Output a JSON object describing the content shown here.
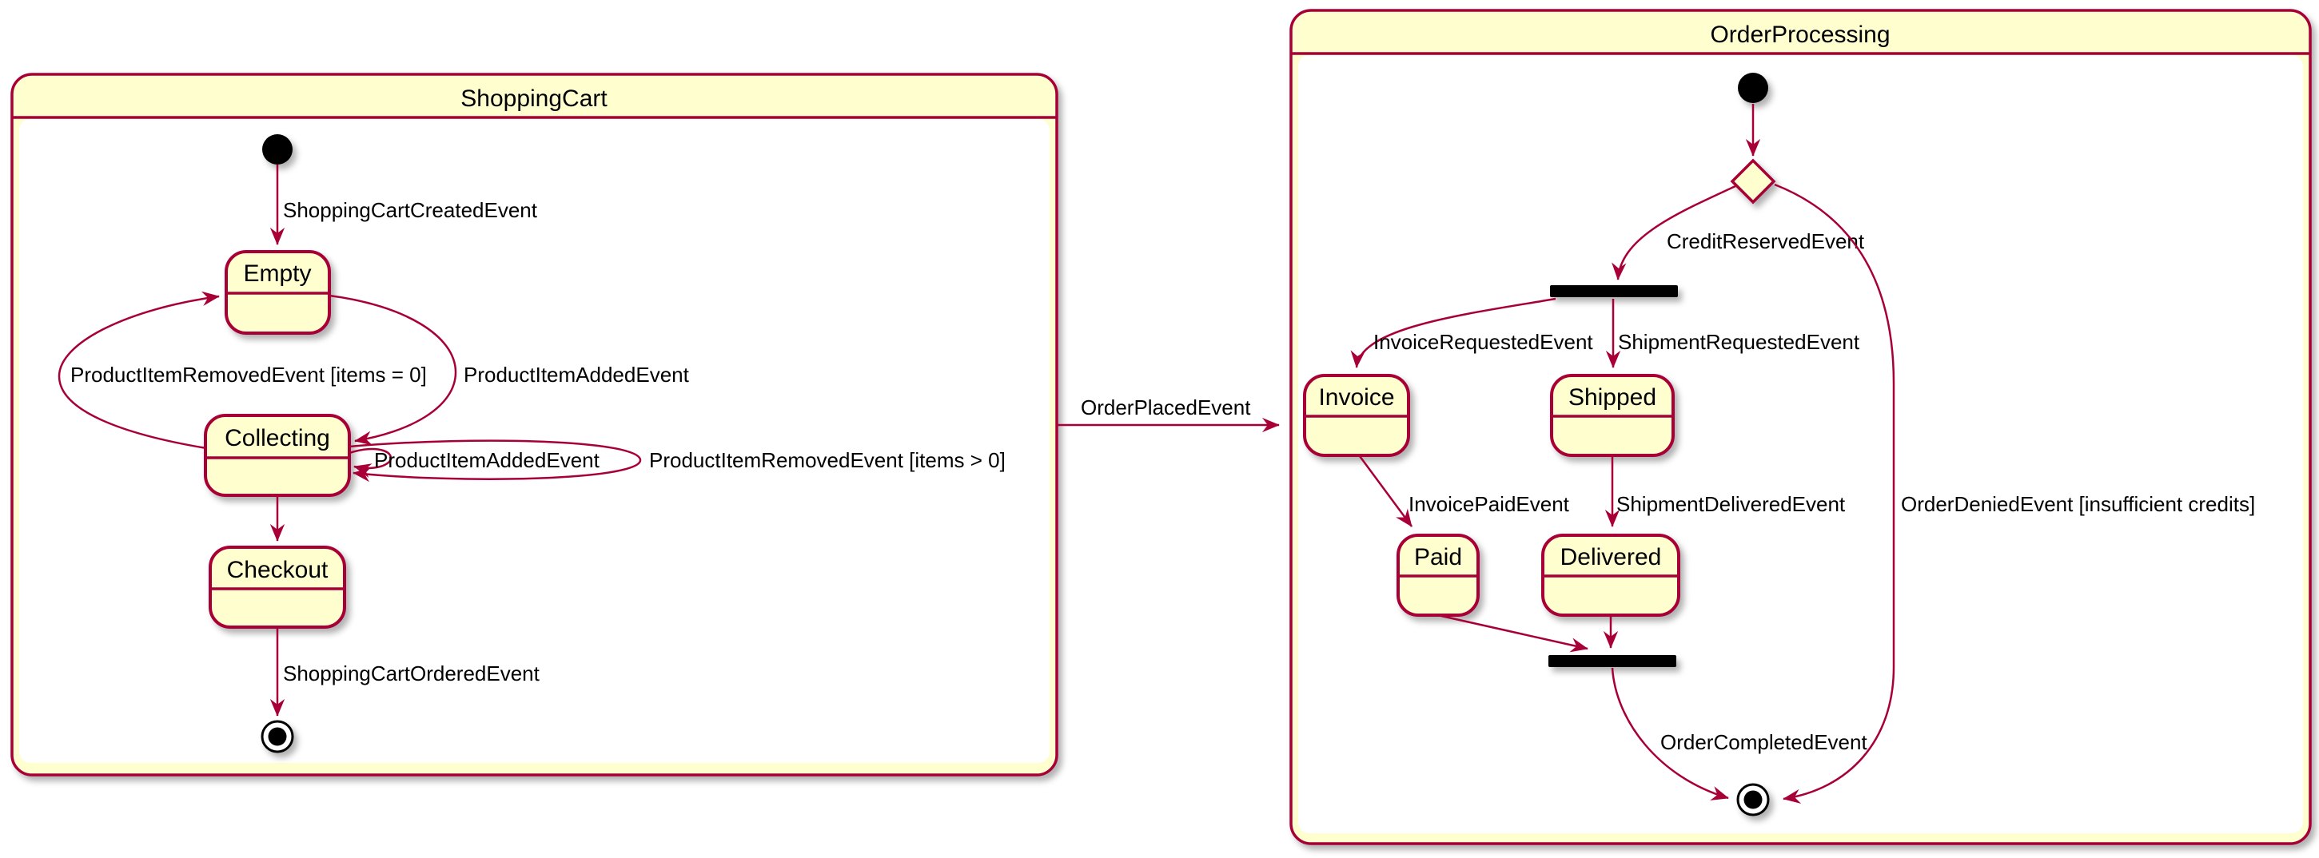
{
  "colors": {
    "background": "#FFFFFF",
    "state_fill": "#FEFECE",
    "border": "#A80036",
    "text": "#000000",
    "bar": "#000000",
    "final": "#000000"
  },
  "shopping_cart": {
    "title": "ShoppingCart",
    "states": {
      "empty": "Empty",
      "collecting": "Collecting",
      "checkout": "Checkout"
    },
    "transitions": {
      "created": "ShoppingCartCreatedEvent",
      "removed_zero": "ProductItemRemovedEvent [items = 0]",
      "added": "ProductItemAddedEvent",
      "self_added": "ProductItemAddedEvent",
      "self_removed": "ProductItemRemovedEvent [items > 0]",
      "ordered": "ShoppingCartOrderedEvent"
    }
  },
  "link": {
    "order_placed": "OrderPlacedEvent"
  },
  "order_processing": {
    "title": "OrderProcessing",
    "states": {
      "invoice": "Invoice",
      "shipped": "Shipped",
      "paid": "Paid",
      "delivered": "Delivered"
    },
    "transitions": {
      "credit_reserved": "CreditReservedEvent",
      "invoice_requested": "InvoiceRequestedEvent",
      "shipment_requested": "ShipmentRequestedEvent",
      "invoice_paid": "InvoicePaidEvent",
      "shipment_delivered": "ShipmentDeliveredEvent",
      "order_completed": "OrderCompletedEvent",
      "order_denied": "OrderDeniedEvent [insufficient credits]"
    }
  }
}
